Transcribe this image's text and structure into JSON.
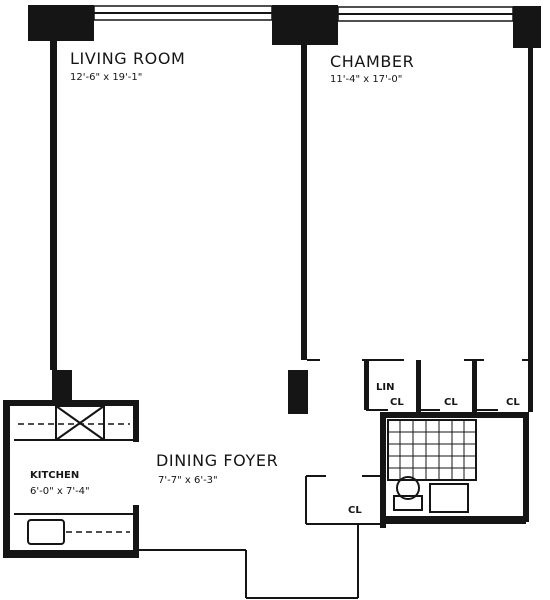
{
  "plan": {
    "rooms": [
      {
        "name": "LIVING ROOM",
        "dims": "12'-6\" x 19'-1\""
      },
      {
        "name": "CHAMBER",
        "dims": "11'-4\" x 17'-0\""
      },
      {
        "name": "DINING FOYER",
        "dims": "7'-7\" x 6'-3\""
      },
      {
        "name": "KITCHEN",
        "dims": "6'-0\" x 7'-4\""
      }
    ],
    "closets": [
      "LIN",
      "CL",
      "CL",
      "CL",
      "CL"
    ]
  },
  "colors": {
    "ink": "#151515",
    "paper": "#ffffff"
  }
}
